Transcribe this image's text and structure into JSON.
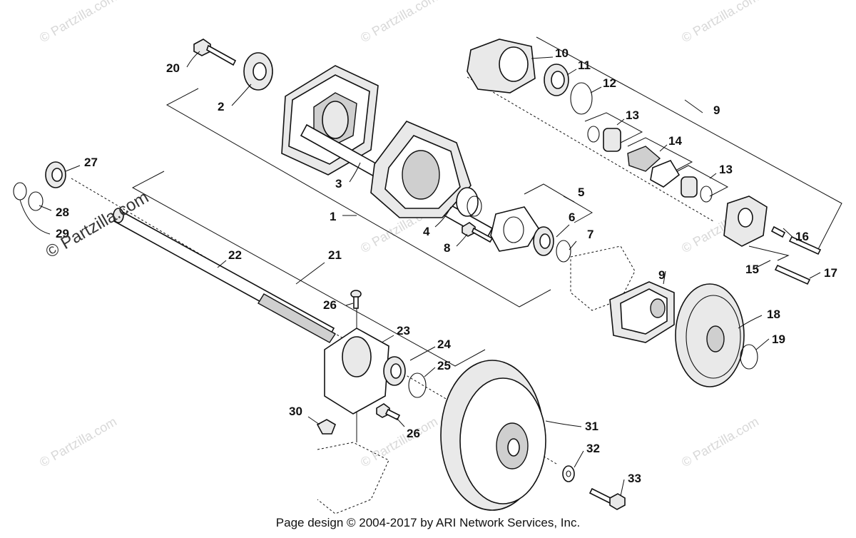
{
  "callouts": [
    {
      "id": "c1",
      "label": "1"
    },
    {
      "id": "c2",
      "label": "2"
    },
    {
      "id": "c3",
      "label": "3"
    },
    {
      "id": "c4",
      "label": "4"
    },
    {
      "id": "c5",
      "label": "5"
    },
    {
      "id": "c6",
      "label": "6"
    },
    {
      "id": "c7",
      "label": "7"
    },
    {
      "id": "c8",
      "label": "8"
    },
    {
      "id": "c9a",
      "label": "9"
    },
    {
      "id": "c9b",
      "label": "9"
    },
    {
      "id": "c10",
      "label": "10"
    },
    {
      "id": "c11",
      "label": "11"
    },
    {
      "id": "c12",
      "label": "12"
    },
    {
      "id": "c13a",
      "label": "13"
    },
    {
      "id": "c13b",
      "label": "13"
    },
    {
      "id": "c14",
      "label": "14"
    },
    {
      "id": "c15",
      "label": "15"
    },
    {
      "id": "c16",
      "label": "16"
    },
    {
      "id": "c17",
      "label": "17"
    },
    {
      "id": "c18",
      "label": "18"
    },
    {
      "id": "c19",
      "label": "19"
    },
    {
      "id": "c20",
      "label": "20"
    },
    {
      "id": "c21",
      "label": "21"
    },
    {
      "id": "c22",
      "label": "22"
    },
    {
      "id": "c23",
      "label": "23"
    },
    {
      "id": "c24",
      "label": "24"
    },
    {
      "id": "c25",
      "label": "25"
    },
    {
      "id": "c26a",
      "label": "26"
    },
    {
      "id": "c26b",
      "label": "26"
    },
    {
      "id": "c27",
      "label": "27"
    },
    {
      "id": "c28",
      "label": "28"
    },
    {
      "id": "c29",
      "label": "29"
    },
    {
      "id": "c30",
      "label": "30"
    },
    {
      "id": "c31",
      "label": "31"
    },
    {
      "id": "c32",
      "label": "32"
    },
    {
      "id": "c33",
      "label": "33"
    }
  ],
  "watermark": {
    "text": "© Partzilla.com",
    "main_text": "© Partzilla.com"
  },
  "footer": {
    "text": "Page design © 2004-2017 by ARI Network Services, Inc."
  },
  "colors": {
    "line": "#111111",
    "watermark": "#d8d8d8",
    "background": "#ffffff"
  }
}
